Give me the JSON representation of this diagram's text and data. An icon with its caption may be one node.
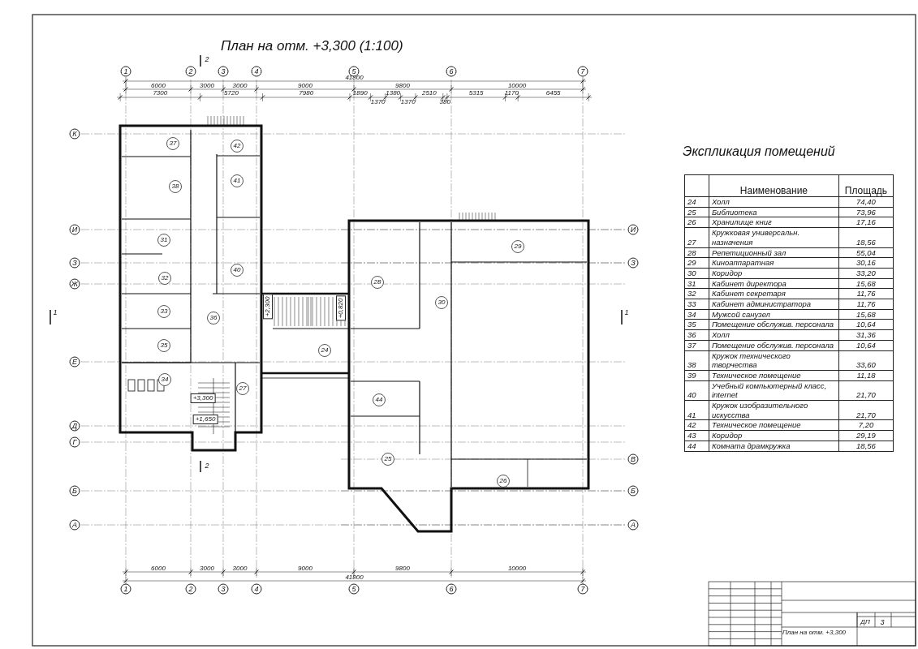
{
  "diagram": {
    "title": "План на отм. +3,300 (1:100)",
    "nodes": [
      {
        "text": [
          "1"
        ]
      },
      {
        "text": [
          "2"
        ]
      },
      {
        "text": [
          "3"
        ]
      },
      {
        "text": [
          "4"
        ]
      },
      {
        "text": [
          "5"
        ]
      },
      {
        "text": [
          "6"
        ]
      },
      {
        "text": [
          "7"
        ]
      },
      {
        "text": [
          "1"
        ]
      },
      {
        "text": [
          "2"
        ]
      },
      {
        "text": [
          "3"
        ]
      },
      {
        "text": [
          "4"
        ]
      },
      {
        "text": [
          "5"
        ]
      },
      {
        "text": [
          "6"
        ]
      },
      {
        "text": [
          "7"
        ]
      },
      {
        "text": [
          "К"
        ]
      },
      {
        "text": [
          "И"
        ]
      },
      {
        "text": [
          "З"
        ]
      },
      {
        "text": [
          "Ж"
        ]
      },
      {
        "text": [
          "Е"
        ]
      },
      {
        "text": [
          "Д"
        ]
      },
      {
        "text": [
          "Г"
        ]
      },
      {
        "text": [
          "Б"
        ]
      },
      {
        "text": [
          "А"
        ]
      },
      {
        "text": [
          "И"
        ]
      },
      {
        "text": [
          "З"
        ]
      },
      {
        "text": [
          "В"
        ]
      },
      {
        "text": [
          "Б"
        ]
      },
      {
        "text": [
          "А"
        ]
      },
      {
        "text": [
          "37"
        ]
      },
      {
        "text": [
          "38"
        ]
      },
      {
        "text": [
          "42"
        ]
      },
      {
        "text": [
          "41"
        ]
      },
      {
        "text": [
          "31"
        ]
      },
      {
        "text": [
          "40"
        ]
      },
      {
        "text": [
          "32"
        ]
      },
      {
        "text": [
          "33"
        ]
      },
      {
        "text": [
          "36"
        ]
      },
      {
        "text": [
          "35"
        ]
      },
      {
        "text": [
          "34"
        ]
      },
      {
        "text": [
          "27"
        ]
      },
      {
        "text": [
          "24"
        ]
      },
      {
        "text": [
          "28"
        ]
      },
      {
        "text": [
          "29"
        ]
      },
      {
        "text": [
          "30"
        ]
      },
      {
        "text": [
          "44"
        ]
      },
      {
        "text": [
          "25"
        ]
      },
      {
        "text": [
          "26"
        ]
      },
      {
        "text": [
          "+2,300"
        ]
      },
      {
        "text": [
          "+0,820"
        ]
      },
      {
        "text": [
          "+3,300"
        ]
      },
      {
        "text": [
          "+1,650"
        ]
      }
    ],
    "labels": [
      "Экспликация помещений",
      "Наименование",
      "Площадь",
      "24",
      "Холл",
      "74,40",
      "25",
      "Библиотека",
      "73,96",
      "26",
      "Хранилище книг",
      "17,16",
      "27",
      "Кружковая универсальн. назначения",
      "18,56",
      "28",
      "Репетиционный зал",
      "55,04",
      "29",
      "Киноаппаратная",
      "30,16",
      "30",
      "Коридор",
      "33,20",
      "31",
      "Кабинет директора",
      "15,68",
      "32",
      "Кабинет секретаря",
      "11,76",
      "33",
      "Кабинет администратора",
      "11,76",
      "34",
      "Мужсой санузел",
      "15,68",
      "35",
      "Помещение обслужив. персонала",
      "10,64",
      "36",
      "Холл",
      "31,36",
      "37",
      "Помещение обслужив. персонала",
      "10,64",
      "38",
      "Кружок технического творчества",
      "33,60",
      "39",
      "Техническое помещение",
      "11,18",
      "40",
      "Учебный компьютерный класс, internet",
      "21,70",
      "41",
      "Кружок изобразительного искусства",
      "21,70",
      "42",
      "Техническое помещение",
      "7,20",
      "43",
      "Коридор",
      "29,19",
      "44",
      "Комната драмкружка",
      "18,56",
      "41800",
      "6000",
      "3000",
      "3000",
      "9000",
      "9800",
      "10000",
      "7300",
      "5720",
      "7980",
      "1890",
      "1370",
      "1380",
      "1370",
      "2510",
      "380",
      "5315",
      "1170",
      "6455",
      "6000",
      "3000",
      "3000",
      "9000",
      "9800",
      "10000",
      "41800",
      "2",
      "2",
      "1",
      "1",
      "План на отм. +3,300",
      "ДП",
      "3"
    ]
  }
}
